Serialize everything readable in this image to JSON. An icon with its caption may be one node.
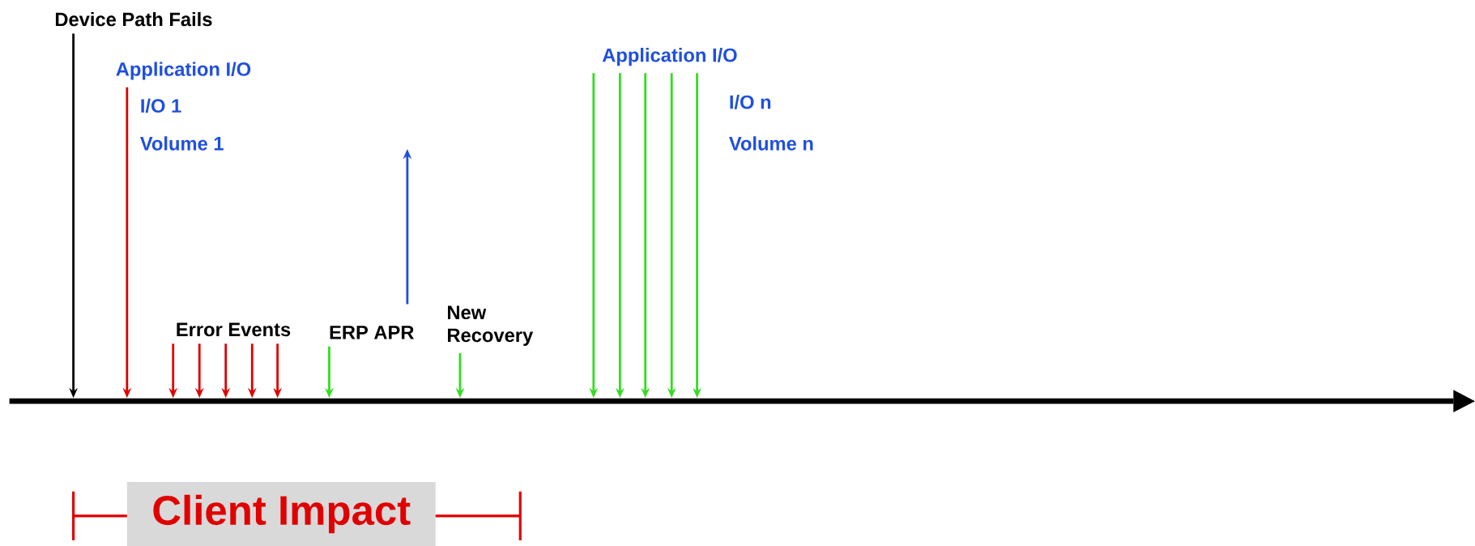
{
  "diagram": {
    "nodes": [
      {
        "text": [
          "Device Path Fails"
        ]
      },
      {
        "text": [
          "Application I/O"
        ]
      },
      {
        "text": [
          "Error Events"
        ]
      },
      {
        "text": [
          "ERP APR"
        ]
      },
      {
        "text": [
          "New Recovery"
        ]
      },
      {
        "text": [
          "Application I/O"
        ]
      },
      {
        "text": [],
        "shape": "line"
      },
      {
        "text": [
          "Client Impact"
        ]
      }
    ],
    "edges": [
      {
        "from": 0,
        "to": 6,
        "arrow": "to",
        "color": "#000000"
      },
      {
        "from": 1,
        "to": 6,
        "arrow": "to",
        "color": "#e00000"
      },
      {
        "from": 2,
        "to": 6,
        "arrow": "to",
        "color": "#e00000"
      },
      {
        "from": 2,
        "to": 6,
        "arrow": "to",
        "color": "#e00000"
      },
      {
        "from": 2,
        "to": 6,
        "arrow": "to",
        "color": "#e00000"
      },
      {
        "from": 2,
        "to": 6,
        "arrow": "to",
        "color": "#e00000"
      },
      {
        "from": 2,
        "to": 6,
        "arrow": "to",
        "color": "#e00000"
      },
      {
        "from": 3,
        "to": 6,
        "arrow": "to",
        "color": "#33dd22"
      },
      {
        "from": 3,
        "to": null,
        "arrow": "to",
        "color": "#1f4fe0"
      },
      {
        "from": 4,
        "to": 6,
        "arrow": "to",
        "color": "#33dd22"
      },
      {
        "from": 5,
        "to": 6,
        "arrow": "to",
        "color": "#33dd22"
      },
      {
        "from": 5,
        "to": 6,
        "arrow": "to",
        "color": "#33dd22"
      },
      {
        "from": 5,
        "to": 6,
        "arrow": "to",
        "color": "#33dd22"
      },
      {
        "from": 5,
        "to": 6,
        "arrow": "to",
        "color": "#33dd22"
      },
      {
        "from": 5,
        "to": 6,
        "arrow": "to",
        "color": "#33dd22"
      }
    ],
    "labels": [
      "I/O 1",
      "Volume 1",
      "I/O n",
      "Volume n"
    ]
  }
}
